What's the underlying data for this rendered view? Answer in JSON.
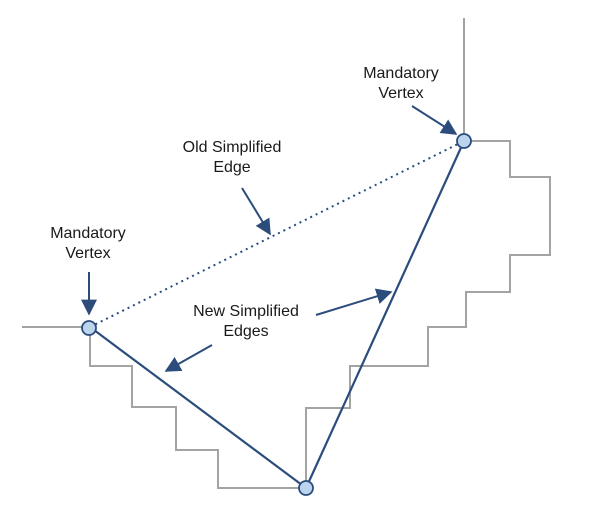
{
  "labels": {
    "top_right_vertex": [
      "Mandatory",
      "Vertex"
    ],
    "left_vertex": [
      "Mandatory",
      "Vertex"
    ],
    "old_edge": [
      "Old Simplified",
      "Edge"
    ],
    "new_edges": [
      "New Simplified",
      "Edges"
    ]
  },
  "colors": {
    "boundary": "#a3a3a3",
    "edge": "#2c4c7c",
    "vertex_fill": "#bcd4ee",
    "vertex_stroke": "#2c4c7c",
    "text": "#1a1a1a"
  }
}
